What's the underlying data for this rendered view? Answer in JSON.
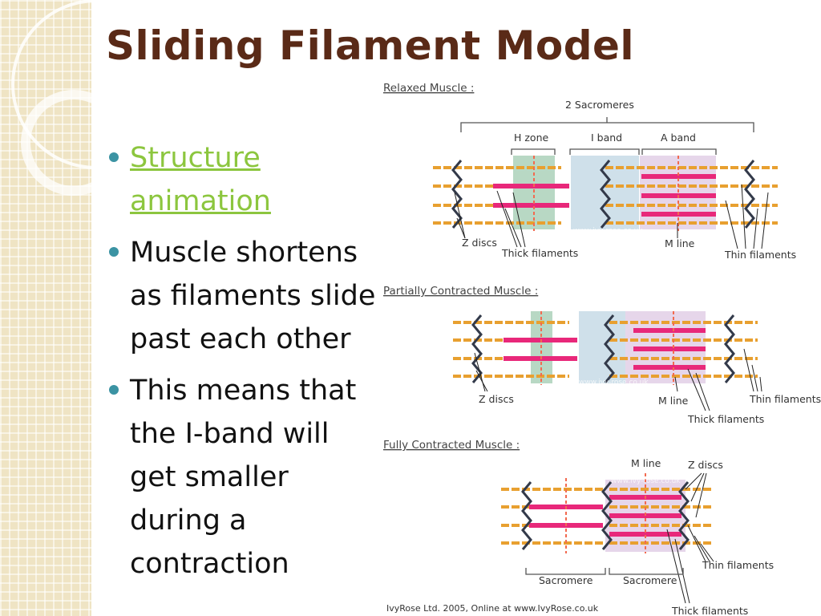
{
  "slide": {
    "title": "Sliding Filament Model",
    "bullets": [
      {
        "text": "Structure animation",
        "is_link": true
      },
      {
        "text": "Muscle shortens as filaments slide past each other",
        "is_link": false
      },
      {
        "text": "This means that the I-band will get smaller during a contraction",
        "is_link": false
      }
    ]
  },
  "diagram": {
    "relaxed": {
      "heading": "Relaxed Muscle :",
      "sarcomeres_label": "2 Sacromeres",
      "h_zone": "H zone",
      "i_band": "I band",
      "a_band": "A band",
      "z_discs": "Z discs",
      "thick": "Thick filaments",
      "m_line": "M line",
      "thin": "Thin filaments",
      "watermark": "www.ivy-rose.co.uk"
    },
    "partial": {
      "heading": "Partially Contracted Muscle :",
      "z_discs": "Z discs",
      "m_line": "M line",
      "thin": "Thin filaments",
      "thick": "Thick filaments",
      "watermark": "www.ivy-rose.co.uk"
    },
    "full": {
      "heading": "Fully Contracted Muscle :",
      "m_line": "M line",
      "z_discs": "Z discs",
      "thin": "Thin filaments",
      "sarcomere_left": "Sacromere",
      "sarcomere_right": "Sacromere",
      "thick": "Thick filaments",
      "watermark": "www.ivy-rose.co.uk"
    },
    "credit": "IvyRose Ltd. 2005, Online at www.IvyRose.co.uk"
  },
  "colors": {
    "title": "#5a2a17",
    "bullet": "#3b93a3",
    "link": "#8cc63e",
    "thick_filament": "#e8287a",
    "thin_filament": "#e8a030",
    "z_disc": "#333a4a",
    "h_zone_shade": "#b8d8c4",
    "i_band_shade": "#cfe0ea",
    "a_band_shade": "#e6d6ea",
    "m_line": "#f26a50"
  }
}
